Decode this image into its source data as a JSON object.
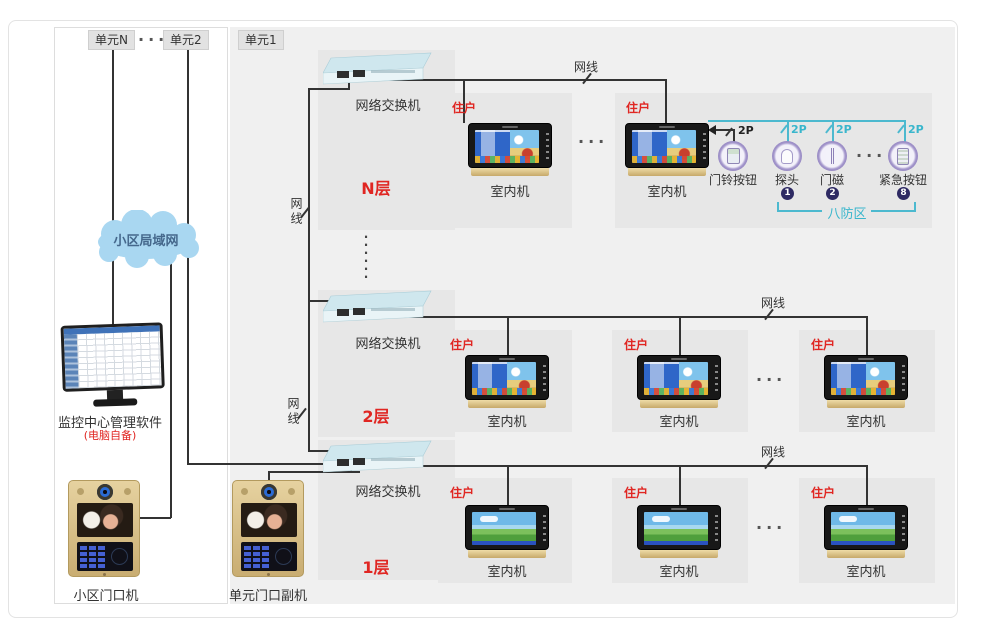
{
  "units_bar": {
    "unit_n": "单元N",
    "dots": "···",
    "unit_2": "单元2",
    "unit_1": "单元1"
  },
  "left_column": {
    "cloud_label": "小区局域网",
    "pc_label": "监控中心管理软件",
    "pc_note": "(电脑自备)",
    "main_door_station": "小区门口机",
    "sub_door_station": "单元门口副机"
  },
  "common": {
    "switch_label": "网络交换机",
    "resident_label": "住户",
    "indoor_unit_label": "室内机",
    "cable_label": "网线",
    "hdots": "···",
    "vdots": "·\n·\n·\n·\n·\n·"
  },
  "floors": [
    {
      "name": "N层"
    },
    {
      "name": "2层"
    },
    {
      "name": "1层"
    }
  ],
  "sensor_zone": {
    "wire_label_black": "2P",
    "wire_label": "2P",
    "sensors": [
      {
        "label": "门铃按钮"
      },
      {
        "label": "探头",
        "badge": "1"
      },
      {
        "label": "门磁",
        "badge": "2"
      },
      {
        "label": "紧急按钮",
        "badge": "8"
      }
    ],
    "dots": "···",
    "zone_label": "八防区"
  },
  "colors": {
    "accent_red": "#e02622",
    "cable_cyan": "#4cb9cf",
    "sensor_ring_purple": "#7a68ad",
    "badge_indigo": "#2e2a63",
    "cloud_blue": "#a9d7f1",
    "device_gold": "#d8bd86",
    "wire_black": "#333333"
  }
}
